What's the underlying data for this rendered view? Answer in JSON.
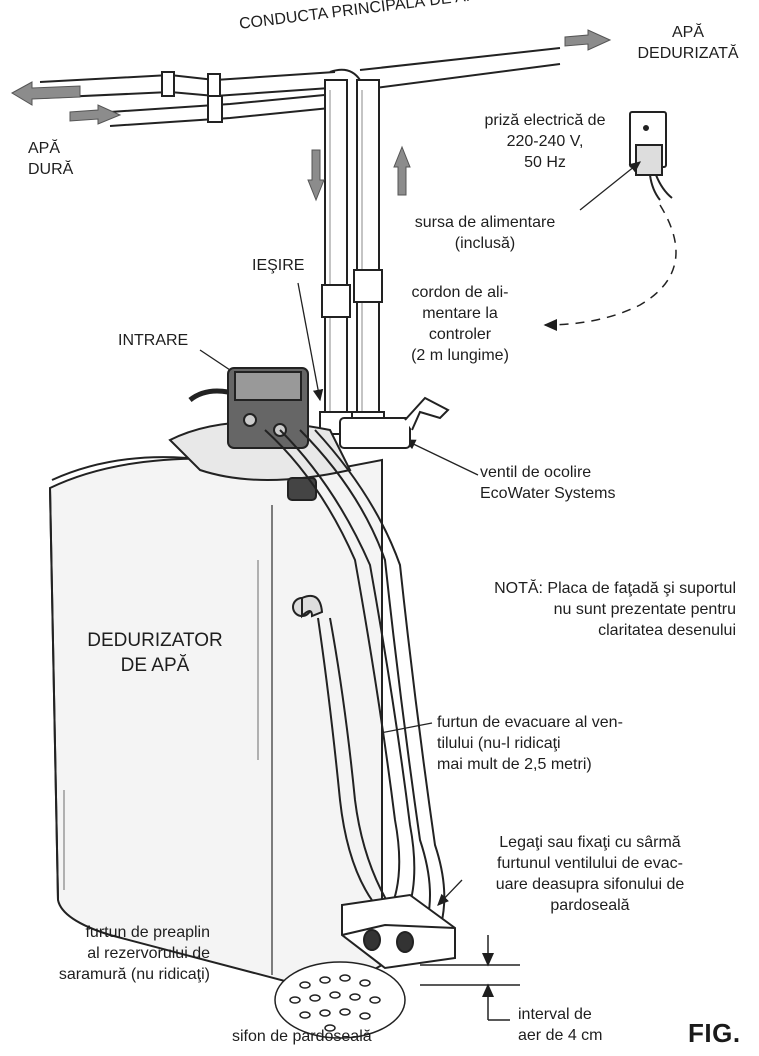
{
  "labels": {
    "main_pipe": "CONDUCTA PRINCIPALĂ DE APĂ",
    "soft_water": [
      "APĂ",
      "DEDURIZATĂ"
    ],
    "hard_water": [
      "APĂ",
      "DURĂ"
    ],
    "outlet": "IEŞIRE",
    "inlet": "INTRARE",
    "outlet_socket": [
      "priză electrică de",
      "220-240 V,",
      "50 Hz"
    ],
    "power_supply": [
      "sursa de alimentare",
      "(inclusă)"
    ],
    "power_cord": [
      "cordon de ali-",
      "mentare la",
      "controler",
      "(2 m lungime)"
    ],
    "bypass_valve": [
      "ventil de ocolire",
      "EcoWater Systems"
    ],
    "note": [
      "NOTĂ: Placa de faţadă şi suportul",
      "nu sunt prezentate pentru",
      "claritatea desenului"
    ],
    "softener": [
      "DEDURIZATOR",
      "DE APĂ"
    ],
    "drain_hose": [
      "furtun de evacuare al ven-",
      "tilului (nu-l ridicaţi",
      "mai mult de 2,5 metri)"
    ],
    "tie_instruction": [
      "Legaţi sau fixaţi cu sârmă",
      "furtunul ventilului de evac-",
      "uare deasupra sifonului de",
      "pardoseală"
    ],
    "brine_hose": [
      "furtun de preaplin",
      "al rezervorului de",
      "saramură (nu ridicaţi)"
    ],
    "floor_drain": "sifon de pardoseală",
    "air_gap": [
      "interval de",
      "aer de 4 cm"
    ],
    "fig_label": "FIG."
  },
  "colors": {
    "ink": "#1e1e1e",
    "arrow": "#8c8c8c",
    "tank": "#f4f4f4"
  }
}
